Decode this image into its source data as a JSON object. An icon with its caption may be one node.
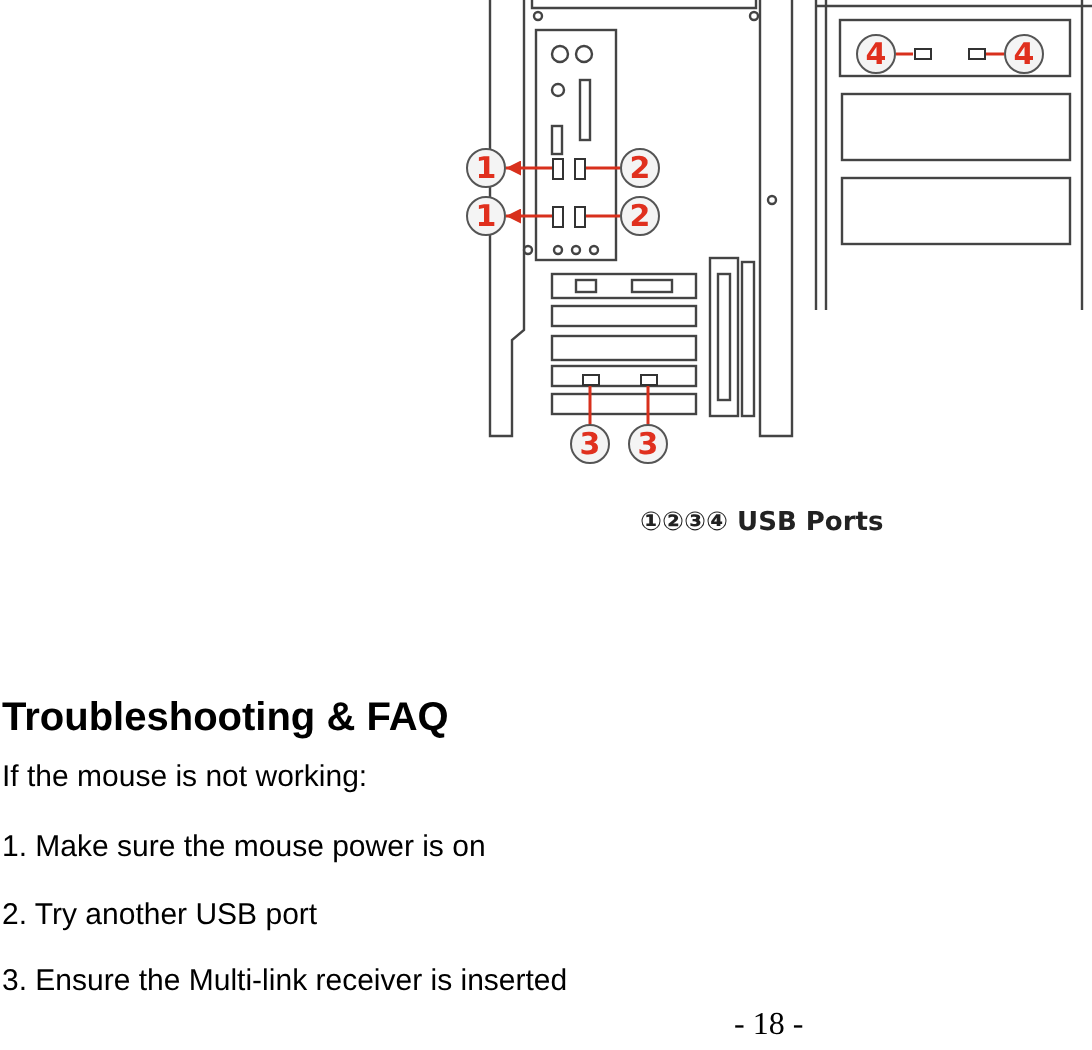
{
  "diagram": {
    "title": "Troubleshooting & FAQ",
    "nodes": [
      {
        "text": [
          "1"
        ]
      },
      {
        "text": [],
        "shape": "box"
      },
      {
        "text": [],
        "shape": "box"
      },
      {
        "text": [
          "2"
        ]
      },
      {
        "text": [
          "1"
        ]
      },
      {
        "text": [],
        "shape": "box"
      },
      {
        "text": [],
        "shape": "box"
      },
      {
        "text": [
          "2"
        ]
      },
      {
        "text": [],
        "shape": "box"
      },
      {
        "text": [],
        "shape": "box"
      },
      {
        "text": [
          "3"
        ]
      },
      {
        "text": [
          "3"
        ]
      },
      {
        "text": [
          "4"
        ]
      },
      {
        "text": [],
        "shape": "box"
      },
      {
        "text": [],
        "shape": "box"
      },
      {
        "text": [
          "4"
        ]
      }
    ],
    "edges": [
      {
        "from": 1,
        "to": 0,
        "arrow": "to"
      },
      {
        "from": 2,
        "to": 3,
        "arrow": "none"
      },
      {
        "from": 5,
        "to": 4,
        "arrow": "to"
      },
      {
        "from": 6,
        "to": 7,
        "arrow": "none"
      },
      {
        "from": 8,
        "to": 10,
        "arrow": "none"
      },
      {
        "from": 9,
        "to": 11,
        "arrow": "none"
      },
      {
        "from": 13,
        "to": 12,
        "arrow": "none"
      },
      {
        "from": 14,
        "to": 15,
        "arrow": "none"
      }
    ],
    "labels": [
      "①②③④ USB Ports",
      "If the mouse is not working:",
      "1. Make sure the mouse power is on",
      "2. Try another USB port",
      "3. Ensure the Multi-link receiver is inserted",
      "- 18 -"
    ]
  }
}
